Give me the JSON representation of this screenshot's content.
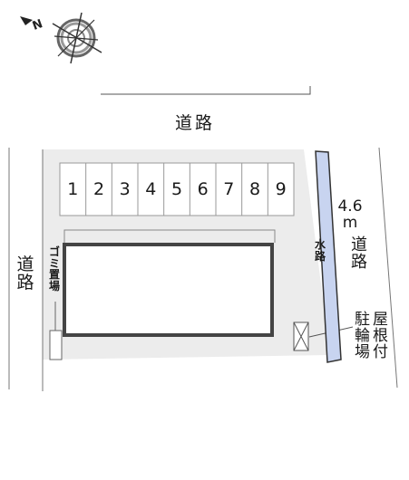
{
  "roads": {
    "top_label": "道路",
    "left_label": "道路",
    "right_label": "道路",
    "right_width_value": "4.6",
    "right_width_unit": "m"
  },
  "waterway": {
    "label": "水路"
  },
  "garbage": {
    "label": "ゴミ置場"
  },
  "bike_parking": {
    "label_col1": "駐輪場",
    "label_col2": "屋根付"
  },
  "parking_spaces": [
    "1",
    "2",
    "3",
    "4",
    "5",
    "6",
    "7",
    "8",
    "9"
  ],
  "colors": {
    "lot": "#ececec",
    "building_border": "#444444",
    "waterway": "#c8d4f0",
    "lines": "#777777"
  },
  "compass": {
    "icon": "compass-icon",
    "north_label": "N"
  }
}
